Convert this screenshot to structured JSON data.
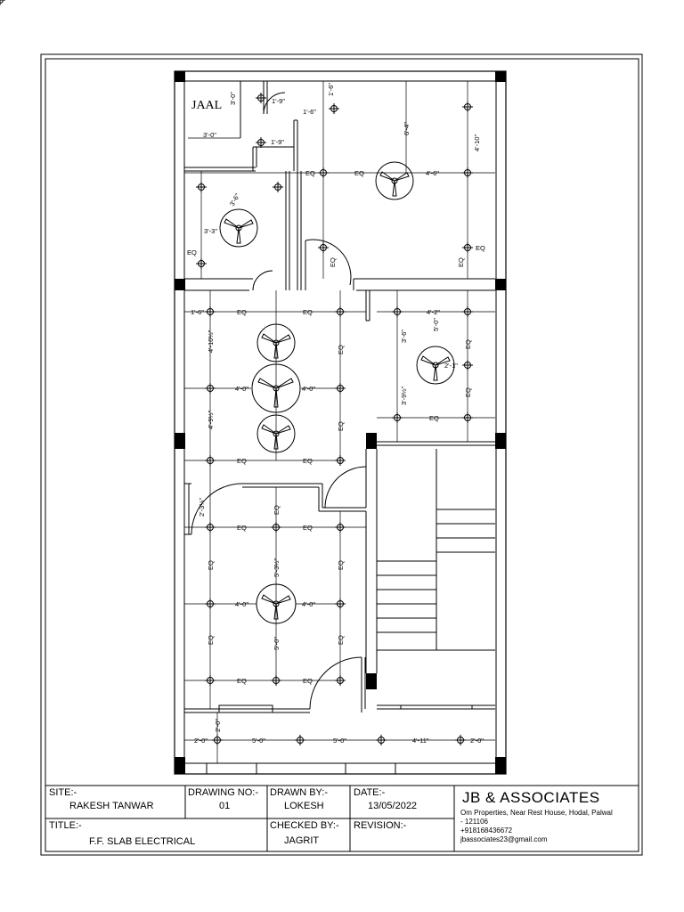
{
  "plan": {
    "room_label": "JAAL",
    "dim_3_0": "3'-0\"",
    "dim_3_0_v": "3'-0\"",
    "dim_1_9_a": "1'-9\"",
    "dim_1_9_b": "1'-9\"",
    "dim_1_6_a": "1'-6\"",
    "dim_1_6_b": "1'-6\"",
    "dim_6_4": "6'-4\"",
    "dim_4_10": "4'-10\"",
    "dim_4_6": "4'-6\"",
    "dim_3_6": "3'-6\"",
    "dim_3_3": "3'-3\"",
    "dim_1_6_c": "1'-6\"",
    "dim_4_2": "4'-2\"",
    "dim_5_0_a": "5'-0\"",
    "dim_3_6_b": "3'-6\"",
    "dim_2_1": "2'-1\"",
    "dim_4_10_half": "4'-10½\"",
    "dim_4_0_a": "4'-0\"",
    "dim_4_0_b": "4'-0\"",
    "dim_4_9_half": "4'-9½\"",
    "dim_3_9_half": "3'-9½\"",
    "dim_2_3_half": "2'-3½\"",
    "dim_5_3_half": "5'-3½\"",
    "dim_4_0_c": "4'-0\"",
    "dim_4_0_d": "4'-0\"",
    "dim_5_0_b": "5'-0\"",
    "dim_2_0_v": "2'-0\"",
    "bottom_dims": [
      "2'-0\"",
      "5'-0\"",
      "5'-0\"",
      "4'-11\"",
      "2'-0\""
    ],
    "eq": "EQ"
  },
  "title_block": {
    "site_label": "SITE:-",
    "site_value": "RAKESH TANWAR",
    "title_label": "TITLE:-",
    "title_value": "F.F. SLAB ELECTRICAL",
    "drawing_no_label": "DRAWING NO:-",
    "drawing_no_value": "01",
    "drawn_by_label": "DRAWN BY:-",
    "drawn_by_value": "LOKESH",
    "checked_by_label": "CHECKED BY:-",
    "checked_by_value": "JAGRIT",
    "date_label": "DATE:-",
    "date_value": "13/05/2022",
    "revision_label": "REVISION:-",
    "firm_name": "JB & ASSOCIATES",
    "firm_address_1": "Om Properties, Near Rest House, Hodal, Palwal",
    "firm_address_2": "- 121106",
    "firm_phone": "+918168436672",
    "firm_email": "jbassociates23@gmail.com"
  }
}
